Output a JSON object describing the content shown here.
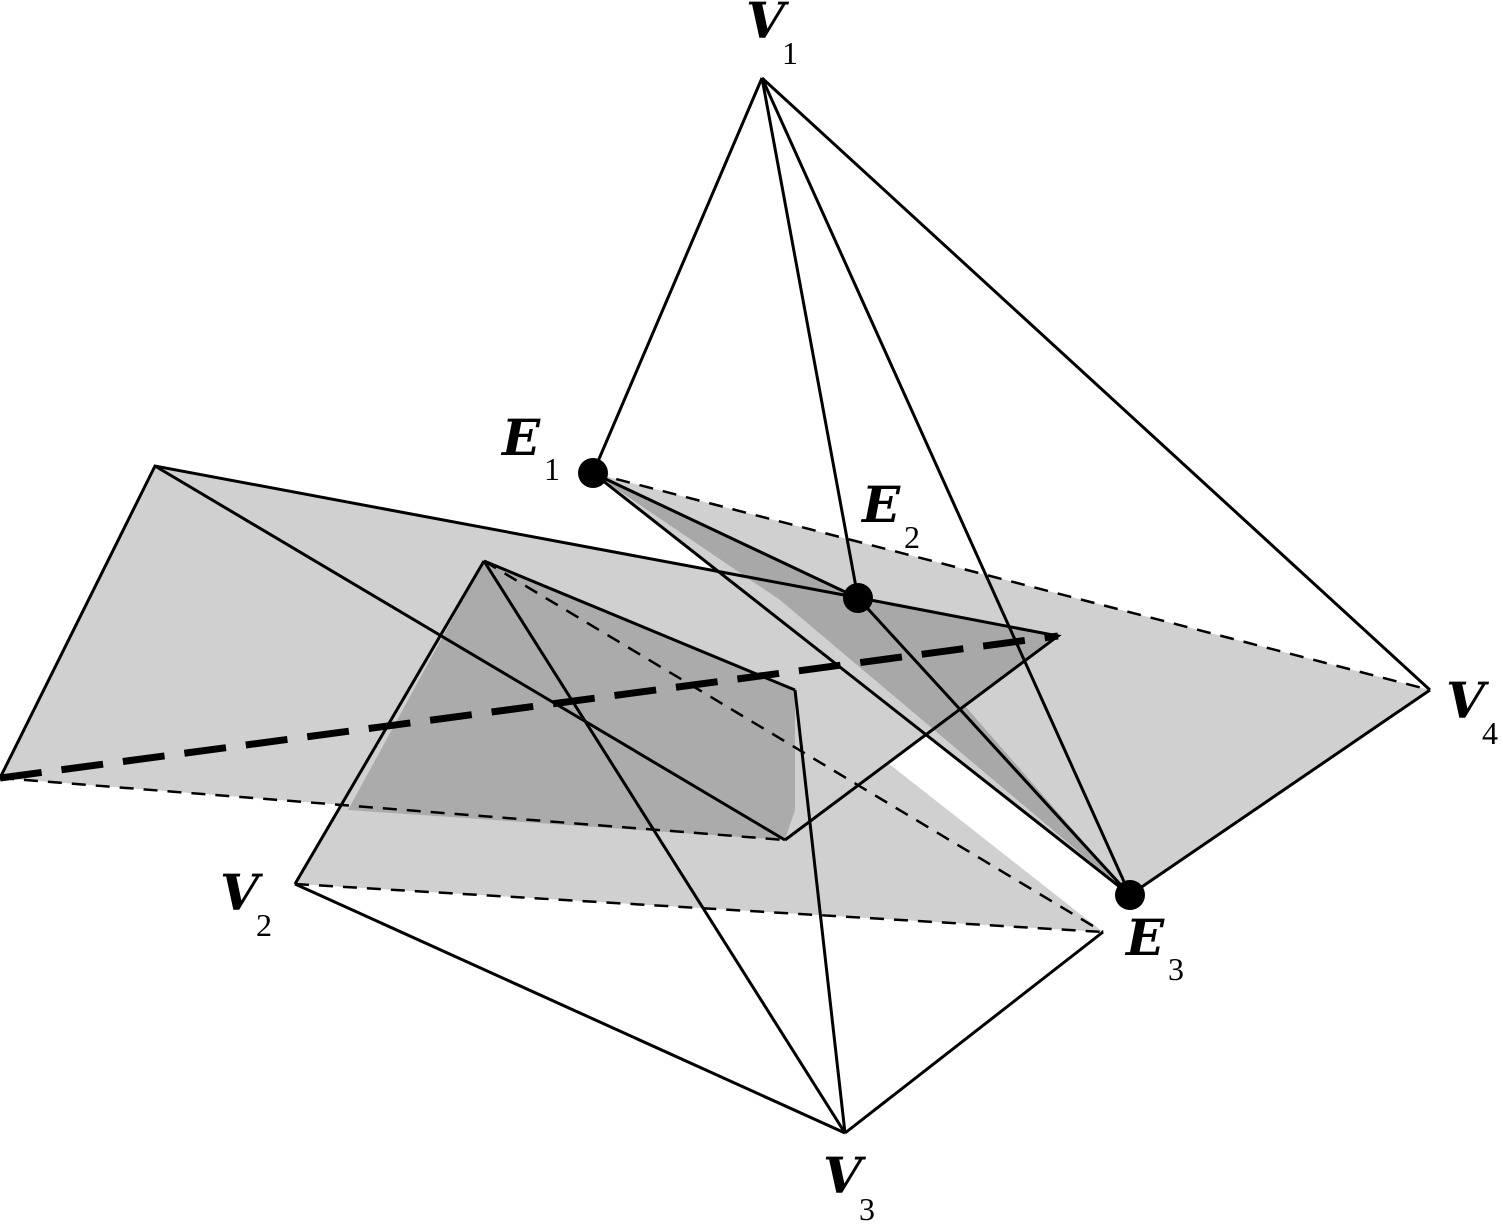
{
  "labels": {
    "v1": {
      "letter": "V",
      "index": "1"
    },
    "v2": {
      "letter": "V",
      "index": "2"
    },
    "v3": {
      "letter": "V",
      "index": "3"
    },
    "v4": {
      "letter": "V",
      "index": "4"
    },
    "e1": {
      "letter": "E",
      "index": "1"
    },
    "e2": {
      "letter": "E",
      "index": "2"
    },
    "e3": {
      "letter": "E",
      "index": "3"
    }
  },
  "colors": {
    "plane_fill": "#d0d0d0",
    "overlap_fill": "#a8a8a8",
    "stroke": "#000000",
    "background": "#ffffff"
  }
}
